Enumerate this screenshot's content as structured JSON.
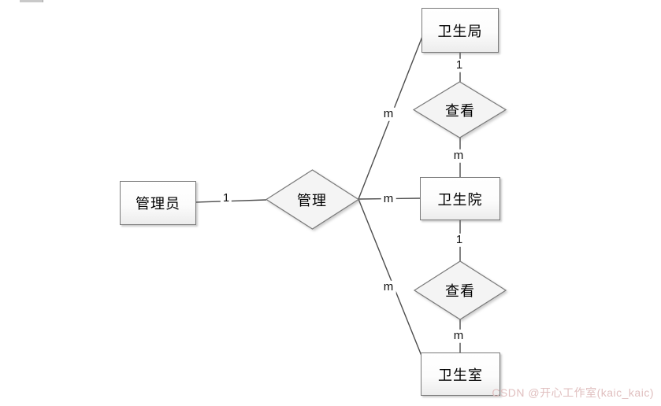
{
  "entities": {
    "admin": {
      "label": "管理员"
    },
    "bureau": {
      "label": "卫生局"
    },
    "hospital": {
      "label": "卫生院"
    },
    "clinic": {
      "label": "卫生室"
    }
  },
  "relationships": {
    "manage": {
      "label": "管理"
    },
    "view_top": {
      "label": "查看"
    },
    "view_bottom": {
      "label": "查看"
    }
  },
  "cardinalities": {
    "admin_manage": "1",
    "manage_bureau": "m",
    "manage_hospital": "m",
    "manage_clinic": "m",
    "bureau_view": "1",
    "view_hospital": "m",
    "hospital_view": "1",
    "view_clinic": "m"
  },
  "edges": [
    {
      "from": "管理员",
      "relationship": "管理",
      "cardinality": "1"
    },
    {
      "from": "管理",
      "to": "卫生局",
      "cardinality": "m"
    },
    {
      "from": "管理",
      "to": "卫生院",
      "cardinality": "m"
    },
    {
      "from": "管理",
      "to": "卫生室",
      "cardinality": "m"
    },
    {
      "from": "卫生局",
      "relationship": "查看",
      "cardinality": "1"
    },
    {
      "from": "查看",
      "to": "卫生院",
      "cardinality": "m"
    },
    {
      "from": "卫生院",
      "relationship": "查看",
      "cardinality": "1"
    },
    {
      "from": "查看",
      "to": "卫生室",
      "cardinality": "m"
    }
  ],
  "watermark": {
    "text": "CSDN @开心工作室(kaic_kaic)",
    "color": "#e0bfbf"
  },
  "colors": {
    "shape_border": "#7a7a7a",
    "shape_fill": "#f4f4f4",
    "connector_line": "#4d4d4d",
    "text": "#000000",
    "background": "#ffffff"
  }
}
